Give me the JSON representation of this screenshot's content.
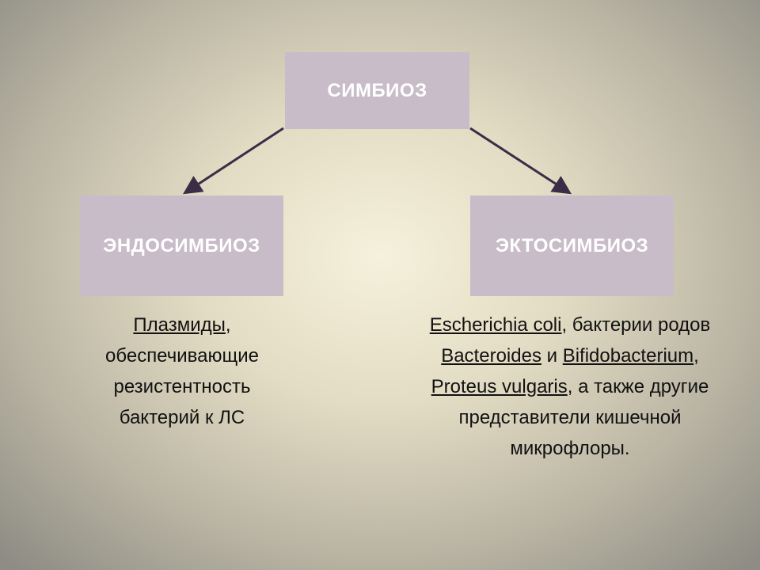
{
  "diagram": {
    "root": "СИМБИОЗ",
    "left": "ЭНДОСИМБИОЗ",
    "right": "ЭКТОСИМБИОЗ",
    "left_desc": [
      {
        "text": "Плазмиды",
        "underline": true
      },
      {
        "text": ", обеспечивающие резистентность бактерий к ЛС",
        "underline": false
      }
    ],
    "right_desc": [
      {
        "text": "Escherichia coli",
        "underline": true
      },
      {
        "text": ", бактерии родов ",
        "underline": false
      },
      {
        "text": "Bacteroides",
        "underline": true
      },
      {
        "text": " и ",
        "underline": false
      },
      {
        "text": "Bifidobacterium",
        "underline": true
      },
      {
        "text": ", ",
        "underline": false
      },
      {
        "text": "Proteus vulgaris",
        "underline": true
      },
      {
        "text": ", а также другие представители кишечной микрофлоры.",
        "underline": false
      }
    ]
  },
  "colors": {
    "box": "#c9bcc9",
    "arrow": "#3a2d45"
  }
}
